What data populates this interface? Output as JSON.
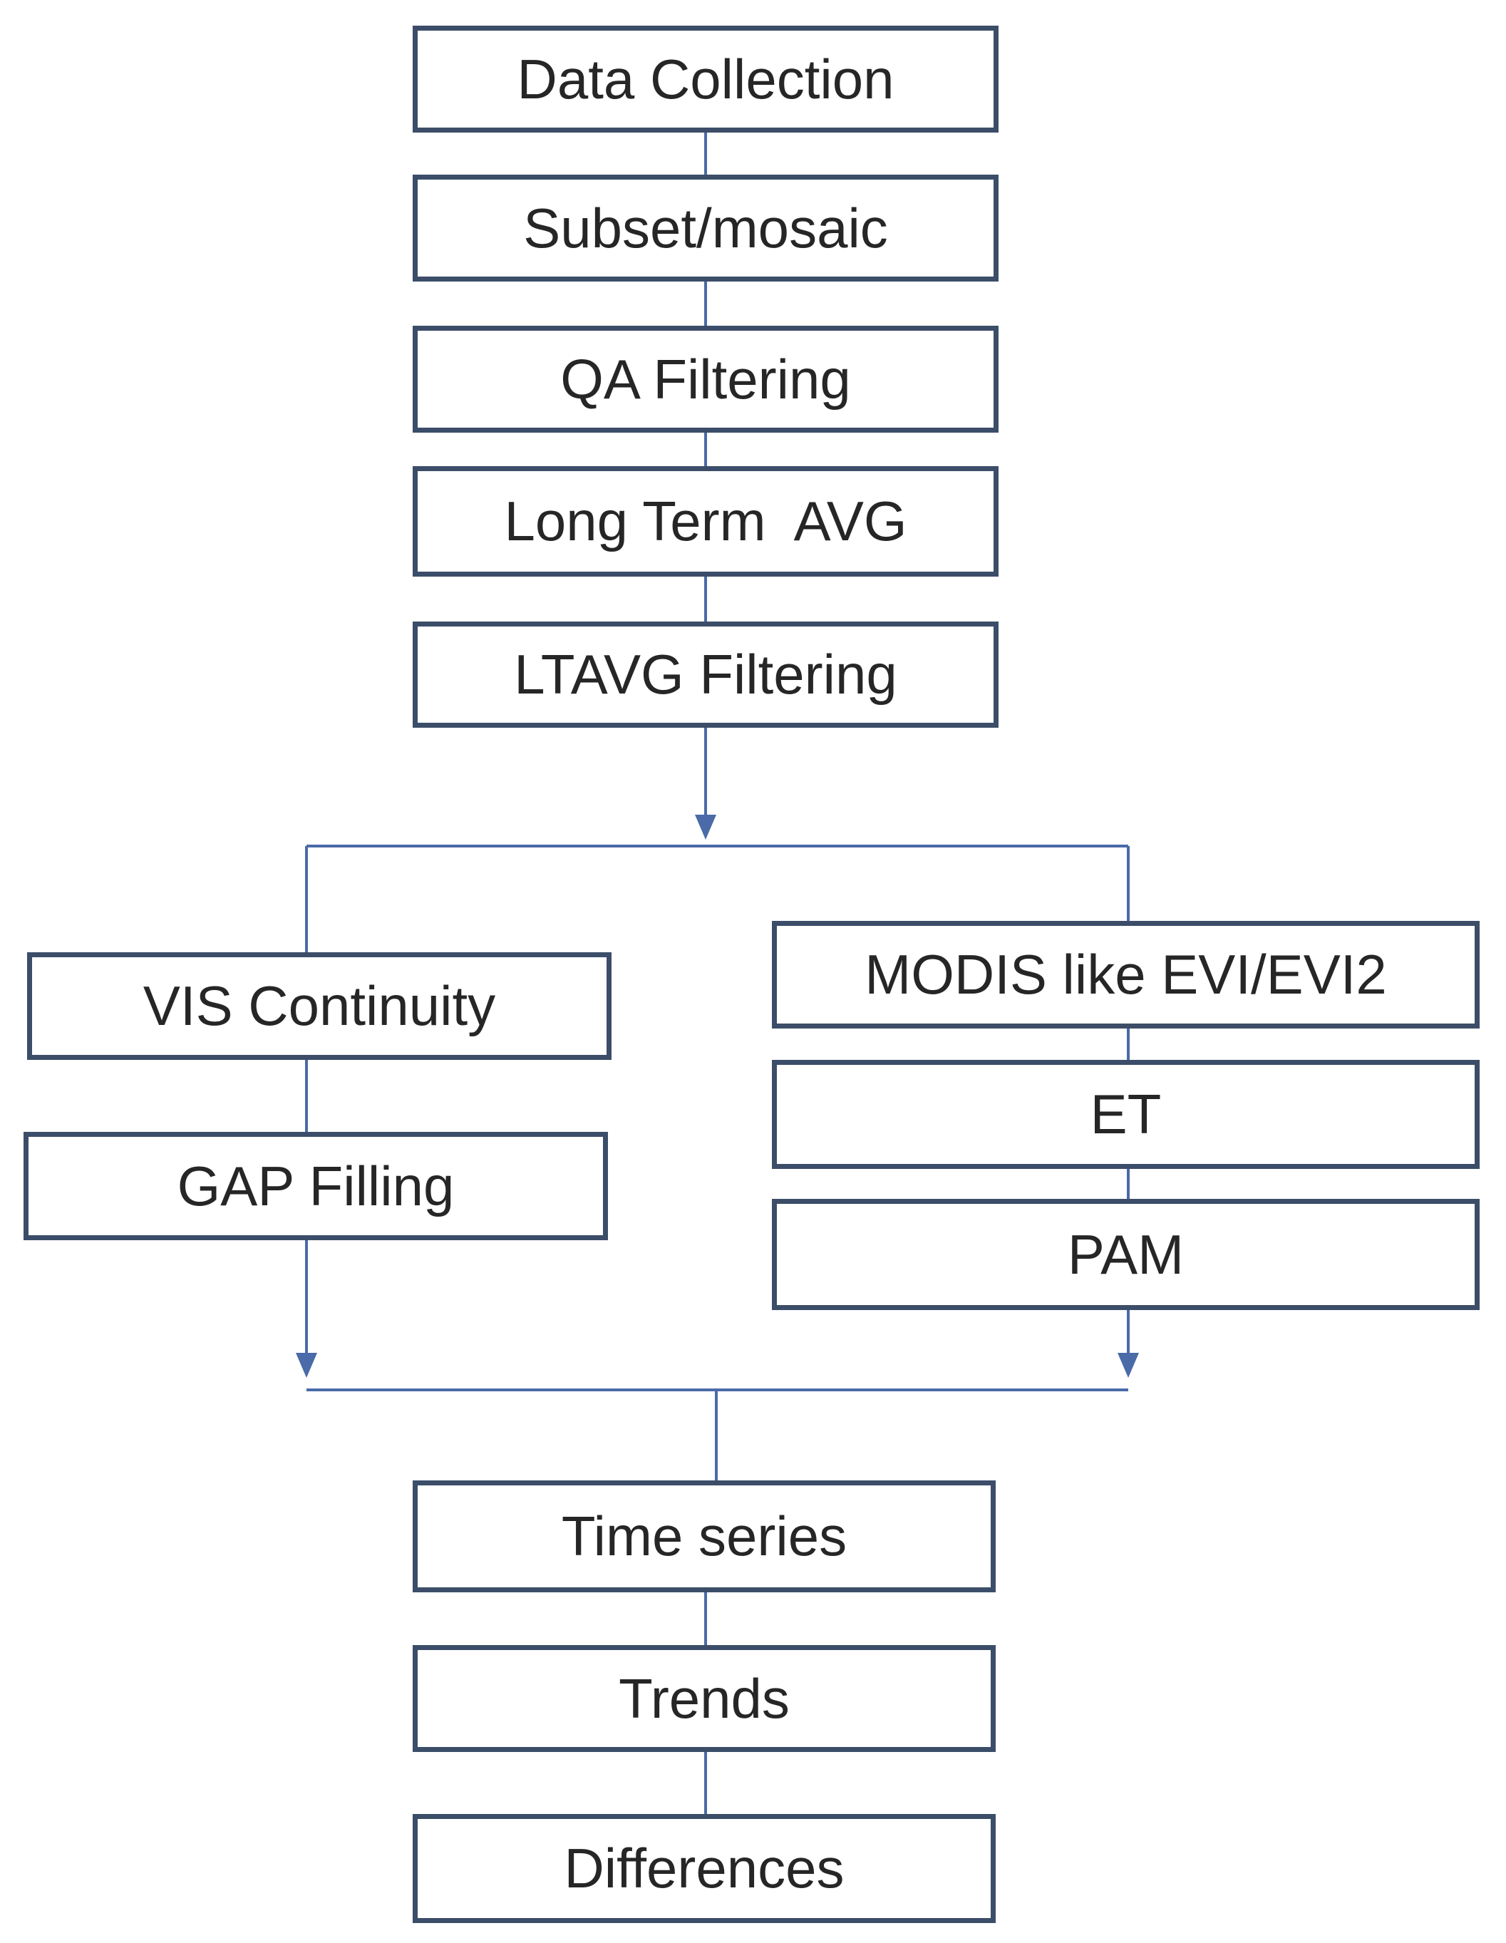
{
  "diagram": {
    "steps": {
      "data_collection": "Data Collection",
      "subset_mosaic": "Subset/mosaic",
      "qa_filtering": "QA Filtering",
      "long_term_avg": "Long Term  AVG",
      "ltavg_filtering": "LTAVG Filtering",
      "vis_continuity": "VIS Continuity",
      "gap_filling": "GAP Filling",
      "modis_like": "MODIS like EVI/EVI2",
      "et": "ET",
      "pam": "PAM",
      "time_series": "Time series",
      "trends": "Trends",
      "differences": "Differences"
    },
    "colors": {
      "box_border": "#3b4d68",
      "connector": "#4a6aa8",
      "text": "#262626"
    }
  }
}
